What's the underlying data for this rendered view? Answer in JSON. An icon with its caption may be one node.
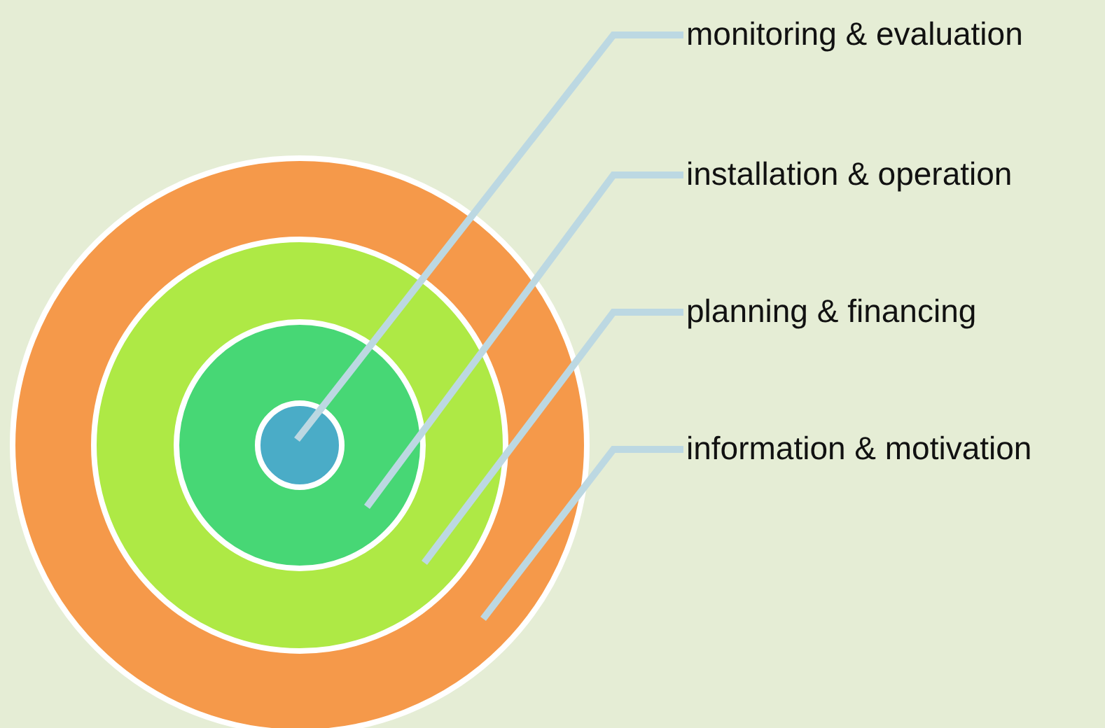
{
  "diagram": {
    "nodes": [
      {
        "text": [],
        "shape": "circle"
      },
      {
        "text": [],
        "shape": "circle",
        "in": 0
      },
      {
        "text": [],
        "shape": "circle",
        "in": 1
      },
      {
        "text": [],
        "shape": "circle",
        "in": 2
      },
      {
        "text": [
          "monitoring & evaluation"
        ]
      },
      {
        "text": [
          "installation & operation"
        ]
      },
      {
        "text": [
          "planning & financing"
        ]
      },
      {
        "text": [
          "information & motivation"
        ]
      }
    ],
    "edges": [
      {
        "from": 4,
        "to": 3,
        "arrow": "none"
      },
      {
        "from": 5,
        "to": 2,
        "arrow": "none"
      },
      {
        "from": 6,
        "to": 1,
        "arrow": "none"
      },
      {
        "from": 7,
        "to": 0,
        "arrow": "none"
      }
    ]
  }
}
